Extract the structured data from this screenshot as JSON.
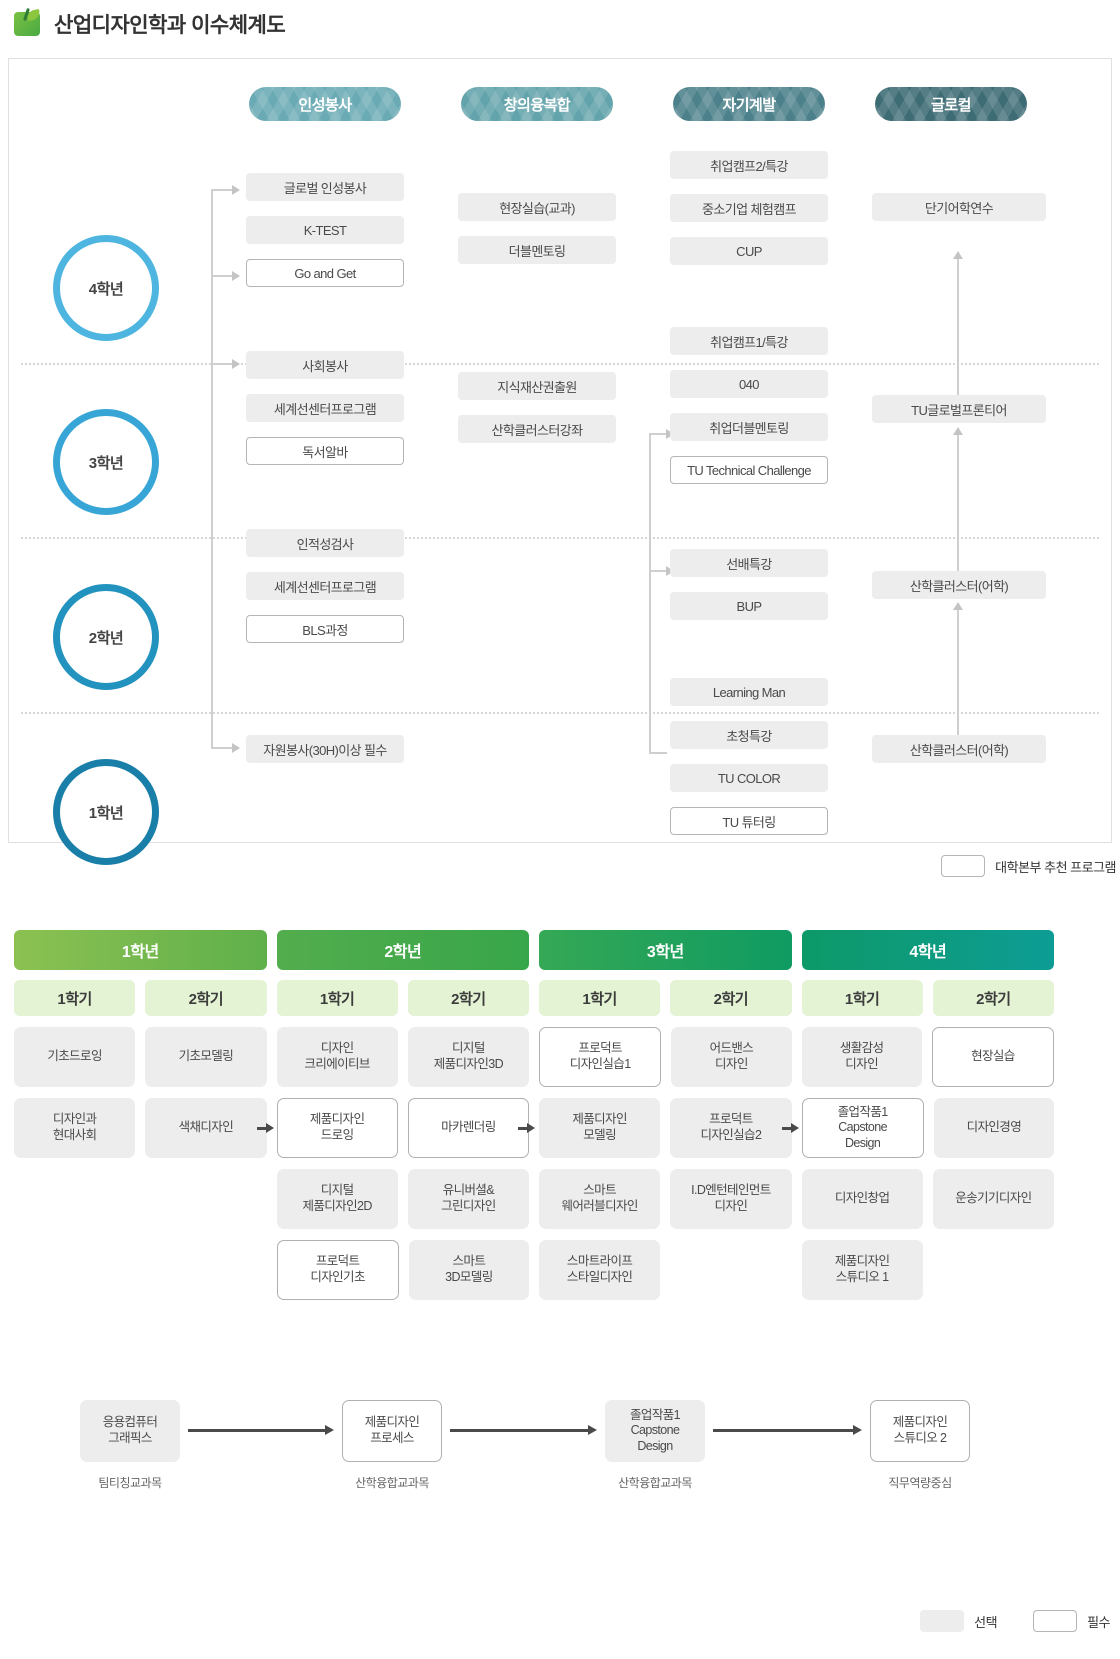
{
  "header": {
    "title": "산업디자인학과 이수체계도",
    "logo_icon": "leaf-logo-icon"
  },
  "roadmap": {
    "categories": [
      {
        "label": "인성봉사",
        "color": "#6aaab4"
      },
      {
        "label": "창의융복합",
        "color": "#63a3ab"
      },
      {
        "label": "자기계발",
        "color": "#4c818c"
      },
      {
        "label": "글로컬",
        "color": "#3e6c75"
      }
    ],
    "years": [
      {
        "label": "4학년",
        "color": "#4db5e0"
      },
      {
        "label": "3학년",
        "color": "#37a6d6"
      },
      {
        "label": "2학년",
        "color": "#2292bf"
      },
      {
        "label": "1학년",
        "color": "#1a7fa8"
      }
    ],
    "nodes": {
      "y4_c1": [
        {
          "label": "글로벌 인성봉사",
          "type": "sel"
        },
        {
          "label": "K-TEST",
          "type": "sel"
        },
        {
          "label": "Go and Get",
          "type": "req"
        }
      ],
      "y4_c2": [
        {
          "label": "현장실습(교과)",
          "type": "sel"
        },
        {
          "label": "더블멘토링",
          "type": "sel"
        }
      ],
      "y4_c3": [
        {
          "label": "취업캠프2/특강",
          "type": "sel"
        },
        {
          "label": "중소기업 체험캠프",
          "type": "sel"
        },
        {
          "label": "CUP",
          "type": "sel"
        }
      ],
      "y4_c4": [
        {
          "label": "단기어학연수",
          "type": "sel"
        }
      ],
      "y3_c1": [
        {
          "label": "사회봉사",
          "type": "sel"
        },
        {
          "label": "세계선센터프로그램",
          "type": "sel"
        },
        {
          "label": "독서알바",
          "type": "req"
        }
      ],
      "y3_c2": [
        {
          "label": "지식재산권출원",
          "type": "sel"
        },
        {
          "label": "산학클러스터강좌",
          "type": "sel"
        }
      ],
      "y3_c3": [
        {
          "label": "취업캠프1/특강",
          "type": "sel"
        },
        {
          "label": "040",
          "type": "sel"
        },
        {
          "label": "취업더블멘토링",
          "type": "sel"
        },
        {
          "label": "TU Technical Challenge",
          "type": "req"
        }
      ],
      "y3_c4": [
        {
          "label": "TU글로벌프론티어",
          "type": "sel"
        }
      ],
      "y2_c1": [
        {
          "label": "인적성검사",
          "type": "sel"
        },
        {
          "label": "세계선센터프로그램",
          "type": "sel"
        },
        {
          "label": "BLS과정",
          "type": "req"
        }
      ],
      "y2_c3": [
        {
          "label": "선배특강",
          "type": "sel"
        },
        {
          "label": "BUP",
          "type": "sel"
        }
      ],
      "y2_c4": [
        {
          "label": "산학클러스터(어학)",
          "type": "sel"
        }
      ],
      "y1_c1": [
        {
          "label": "자원봉사(30H)이상 필수",
          "type": "sel"
        }
      ],
      "y1_c3": [
        {
          "label": "Learning Man",
          "type": "sel"
        },
        {
          "label": "초청특강",
          "type": "sel"
        },
        {
          "label": "TU COLOR",
          "type": "sel"
        },
        {
          "label": "TU 튜터링",
          "type": "req"
        }
      ],
      "y1_c4": [
        {
          "label": "산학클러스터(어학)",
          "type": "sel"
        }
      ]
    }
  },
  "legend_top": {
    "label": "대학본부 추천 프로그램"
  },
  "curriculum": {
    "years": [
      {
        "label": "1학년",
        "gradient": "linear-gradient(90deg,#8cc152 0%, #5fb04b 100%)"
      },
      {
        "label": "2학년",
        "gradient": "linear-gradient(90deg,#53ad4c 0%, #37a64a 100%)"
      },
      {
        "label": "3학년",
        "gradient": "linear-gradient(90deg,#35a855 0%, #0f9b62 100%)"
      },
      {
        "label": "4학년",
        "gradient": "linear-gradient(90deg,#0d9a68 0%, #0d9c95 100%)"
      }
    ],
    "semesters": [
      "1학기",
      "2학기",
      "1학기",
      "2학기",
      "1학기",
      "2학기",
      "1학기",
      "2학기"
    ],
    "rows": [
      [
        {
          "label": "기초드로잉",
          "type": "sel"
        },
        {
          "label": "기초모델링",
          "type": "sel"
        },
        {
          "label": "디자인\n크리에이티브",
          "type": "sel"
        },
        {
          "label": "디지털\n제품디자인3D",
          "type": "sel"
        },
        {
          "label": "프로덕트\n디자인실습1",
          "type": "req"
        },
        {
          "label": "어드밴스\n디자인",
          "type": "sel"
        },
        {
          "label": "생활감성\n디자인",
          "type": "sel"
        },
        {
          "label": "현장실습",
          "type": "req"
        }
      ],
      [
        {
          "label": "디자인과\n현대사회",
          "type": "sel"
        },
        {
          "label": "색채디자인",
          "type": "sel"
        },
        {
          "label": "제품디자인\n드로잉",
          "type": "req",
          "arrow_in": true
        },
        {
          "label": "마카렌더링",
          "type": "req"
        },
        {
          "label": "제품디자인\n모델링",
          "type": "sel",
          "arrow_in": true
        },
        {
          "label": "프로덕트\n디자인실습2",
          "type": "sel"
        },
        {
          "label": "졸업작품1\nCapstone\nDesign",
          "type": "req",
          "arrow_in": true
        },
        {
          "label": "디자인경영",
          "type": "sel"
        }
      ],
      [
        {
          "label": "",
          "type": "empty"
        },
        {
          "label": "",
          "type": "empty"
        },
        {
          "label": "디지털\n제품디자인2D",
          "type": "sel"
        },
        {
          "label": "유니버셜&\n그린디자인",
          "type": "sel"
        },
        {
          "label": "스마트\n웨어러블디자인",
          "type": "sel"
        },
        {
          "label": "I.D엔턴테인먼트\n디자인",
          "type": "sel"
        },
        {
          "label": "디자인창업",
          "type": "sel"
        },
        {
          "label": "운송기기디자인",
          "type": "sel"
        }
      ],
      [
        {
          "label": "",
          "type": "empty"
        },
        {
          "label": "",
          "type": "empty"
        },
        {
          "label": "프로덕트\n디자인기초",
          "type": "req"
        },
        {
          "label": "스마트\n3D모델링",
          "type": "sel"
        },
        {
          "label": "스마트라이프\n스타일디자인",
          "type": "sel"
        },
        {
          "label": "",
          "type": "empty"
        },
        {
          "label": "제품디자인\n스튜디오 1",
          "type": "sel"
        },
        {
          "label": "",
          "type": "empty"
        }
      ]
    ]
  },
  "chain": {
    "nodes": [
      {
        "label": "응용컴퓨터\n그래픽스",
        "type": "sel",
        "caption": "팀티칭교과목"
      },
      {
        "label": "제품디자인\n프로세스",
        "type": "req",
        "caption": "산학융합교과목"
      },
      {
        "label": "졸업작품1\nCapstone\nDesign",
        "type": "sel",
        "caption": "산학융합교과목"
      },
      {
        "label": "제품디자인\n스튜디오 2",
        "type": "req",
        "caption": "직무역량중심"
      }
    ]
  },
  "legend_bottom": {
    "select_label": "선택",
    "required_label": "필수"
  }
}
